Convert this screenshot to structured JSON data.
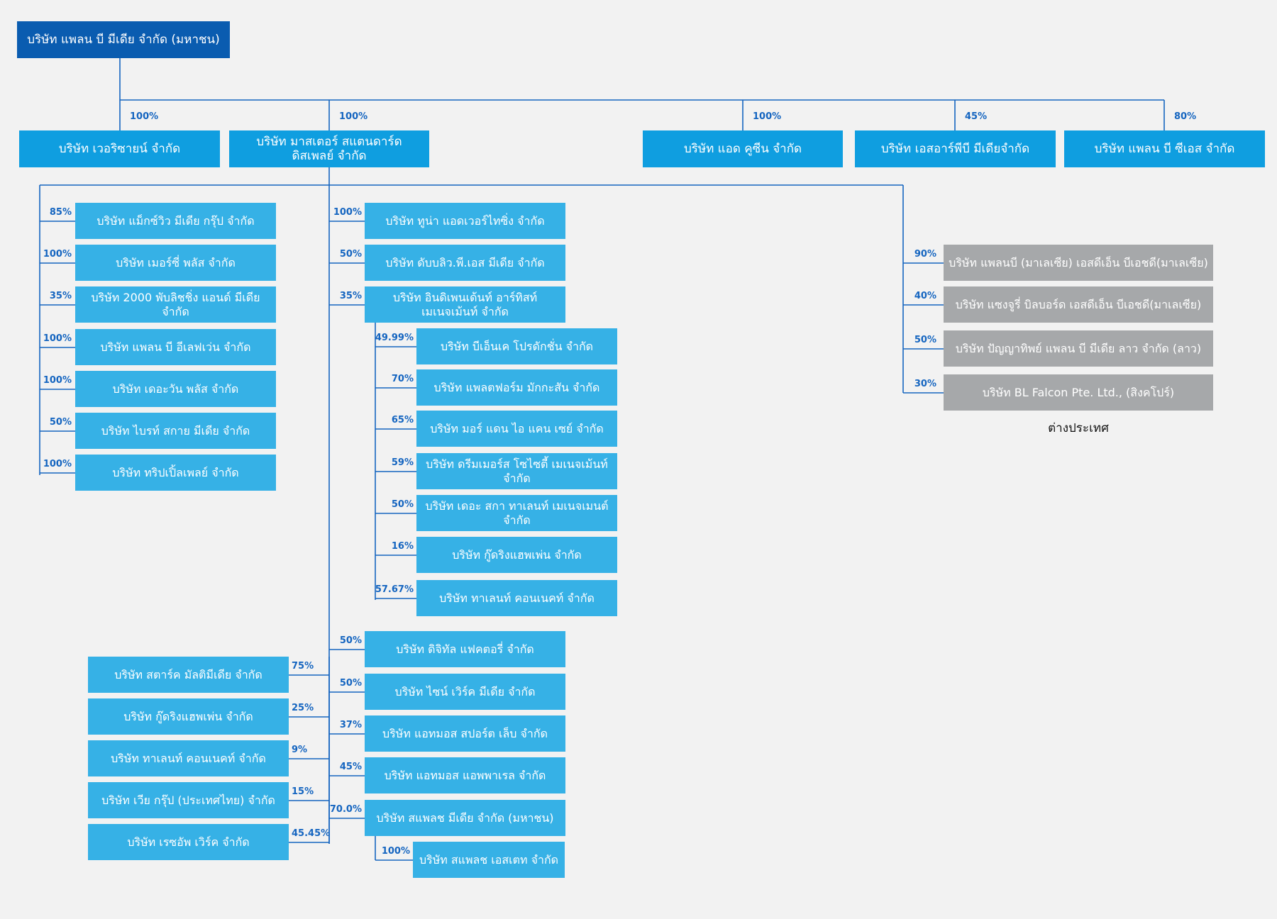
{
  "colors": {
    "root": "#0a5cb0",
    "level1": "#0f9ee0",
    "subsidiary": "#36b1e6",
    "foreign": "#a6a8aa",
    "connector": "#1565c0",
    "percentage_text": "#1565c0"
  },
  "root": {
    "name": "บริษัท แพลน บี มีเดีย จำกัด (มหาชน)"
  },
  "level1": [
    {
      "name": "บริษัท เวอริซายน์ จำกัด",
      "pct": "100%"
    },
    {
      "name": "บริษัท มาสเตอร์ สแตนดาร์ด\nดิสเพลย์ จำกัด",
      "pct": "100%"
    },
    {
      "name": "บริษัท แอด คูซีน จำกัด",
      "pct": "100%"
    },
    {
      "name": "บริษัท เอสอาร์พีบี มีเดียจำกัด",
      "pct": "45%"
    },
    {
      "name": "บริษัท แพลน บี ซีเอส จำกัด",
      "pct": "80%"
    }
  ],
  "left_group": [
    {
      "name": "บริษัท แม็กซ์วิว มีเดีย กรุ๊ป จำกัด",
      "pct": "85%"
    },
    {
      "name": "บริษัท เมอร์ซี่ พลัส จำกัด",
      "pct": "100%"
    },
    {
      "name": "บริษัท 2000 พับลิชชิ่ง แอนด์ มีเดีย จำกัด",
      "pct": "35%"
    },
    {
      "name": "บริษัท แพลน บี อีเลฟเว่น จำกัด",
      "pct": "100%"
    },
    {
      "name": "บริษัท เดอะวัน พลัส จำกัด",
      "pct": "100%"
    },
    {
      "name": "บริษัท ไบรท์ สกาย มีเดีย จำกัด",
      "pct": "50%"
    },
    {
      "name": "บริษัท ทริปเปิ้ลเพลย์ จำกัด",
      "pct": "100%"
    }
  ],
  "center_group": [
    {
      "name": "บริษัท ทูน่า แอดเวอร์ไทซิ่ง จำกัด",
      "pct": "100%"
    },
    {
      "name": "บริษัท ดับบลิว.พี.เอส มีเดีย จำกัด",
      "pct": "50%"
    },
    {
      "name": "บริษัท อินดิเพนเด้นท์ อาร์ทิสท์\nเมเนจเม้นท์ จำกัด",
      "pct": "35%"
    }
  ],
  "iam_subs": [
    {
      "name": "บริษัท บีเอ็นเค โปรดักชั่น จำกัด",
      "pct": "49.99%"
    },
    {
      "name": "บริษัท แพลตฟอร์ม มักกะสัน จำกัด",
      "pct": "70%"
    },
    {
      "name": "บริษัท มอร์ แดน ไอ แคน เซย์ จำกัด",
      "pct": "65%"
    },
    {
      "name": "บริษัท ดรีมเมอร์ส โซไซตี้ เมเนจเม้นท์ จำกัด",
      "pct": "59%"
    },
    {
      "name": "บริษัท เดอะ สกา ทาเลนท์ เมเนจเมนต์ จำกัด",
      "pct": "50%"
    },
    {
      "name": "บริษัท กู๊ดริงแฮพเพ่น จำกัด",
      "pct": "16%"
    },
    {
      "name": "บริษัท ทาเลนท์ คอนเนคท์ จำกัด",
      "pct": "57.67%"
    }
  ],
  "lower_right": [
    {
      "name": "บริษัท ดิจิทัล แฟคตอรี่ จำกัด",
      "pct": "50%"
    },
    {
      "name": "บริษัท ไซน์ เวิร์ค มีเดีย จำกัด",
      "pct": "50%"
    },
    {
      "name": "บริษัท แอทมอส สปอร์ต เล็บ จำกัด",
      "pct": "37%"
    },
    {
      "name": "บริษัท แอทมอส แอพพาเรล จำกัด",
      "pct": "45%"
    },
    {
      "name": "บริษัท สแพลช มีเดีย จำกัด (มหาชน)",
      "pct": "70.0%"
    }
  ],
  "splash_sub": {
    "name": "บริษัท สแพลช เอสเตท จำกัด",
    "pct": "100%"
  },
  "lower_left": [
    {
      "name": "บริษัท สตาร์ค มัลติมีเดีย จำกัด",
      "pct": "75%"
    },
    {
      "name": "บริษัท กู๊ดริงแฮพเพ่น จำกัด",
      "pct": "25%"
    },
    {
      "name": "บริษัท ทาเลนท์ คอนเนคท์ จำกัด",
      "pct": "9%"
    },
    {
      "name": "บริษัท เวีย กรุ๊ป (ประเทศไทย) จำกัด",
      "pct": "15%"
    },
    {
      "name": "บริษัท เรซอัพ เวิร์ค จำกัด",
      "pct": "45.45%"
    }
  ],
  "foreign": [
    {
      "name": "บริษัท แพลนบี (มาเลเซีย) เอสดีเอ็น บีเอชดี(มาเลเซีย)",
      "pct": "90%"
    },
    {
      "name": "บริษัท แซงจูรี่ บิลบอร์ด เอสดีเอ็น บีเอชดี(มาเลเซีย)",
      "pct": "40%"
    },
    {
      "name": "บริษัท ปัญญาทิพย์ แพลน บี มีเดีย ลาว จำกัด (ลาว)",
      "pct": "50%"
    },
    {
      "name": "บริษัท BL Falcon Pte. Ltd., (สิงคโปร์)",
      "pct": "30%"
    }
  ],
  "foreign_caption": "ต่างประเทศ"
}
